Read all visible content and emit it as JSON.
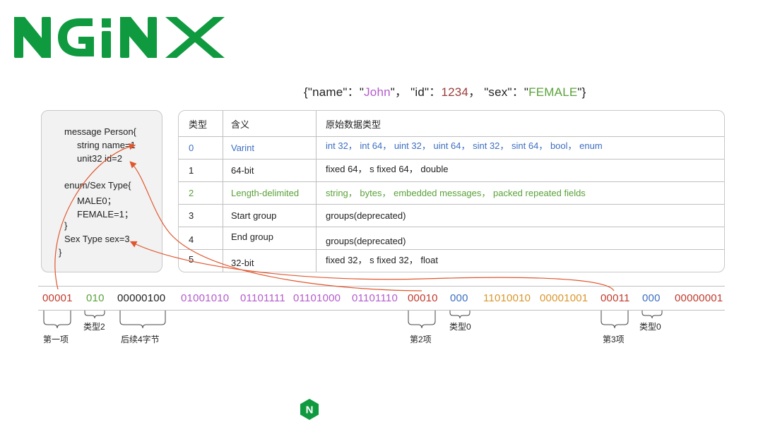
{
  "brand": {
    "logo_text": "NGINX",
    "color": "#109a3f"
  },
  "json_example": {
    "open": "{\"name\"：\"",
    "name_value": "John",
    "mid1": "\"， \"id\"：",
    "id_value": "1234",
    "mid2": "， \"sex\"：\"",
    "sex_value": "FEMALE",
    "close": "\"}",
    "colors": {
      "name": "#b35ccc",
      "id": "#9b3a3a",
      "sex": "#5aa23a"
    }
  },
  "proto_code": {
    "lines": [
      "message Person{",
      "string name=1",
      "unit32 id=2",
      "enum/Sex Type{",
      "MALE0；",
      "FEMALE=1；",
      "}",
      "Sex Type sex=3",
      "}"
    ]
  },
  "wire_table": {
    "headers": [
      "类型",
      "含义",
      "原始数据类型"
    ],
    "rows": [
      {
        "type": "0",
        "meaning": "Varint",
        "raw": "int 32， int 64， uint 32， uint 64， sint 32， sint 64， bool， enum",
        "color": "#3d6fc0"
      },
      {
        "type": "1",
        "meaning": "64-bit",
        "raw": "fixed 64， s fixed 64， double",
        "color": "#222222"
      },
      {
        "type": "2",
        "meaning": "Length-delimited",
        "raw": "string， bytes， embedded messages， packed repeated fields",
        "color": "#5aa23a"
      },
      {
        "type": "3",
        "meaning": "Start group",
        "raw": "groups(deprecated)",
        "color": "#222222"
      },
      {
        "type": "4",
        "meaning": "End group",
        "raw": "groups(deprecated)",
        "color": "#222222"
      },
      {
        "type": "5",
        "meaning": "32-bit",
        "raw": "fixed 32， s fixed 32， float",
        "color": "#222222"
      }
    ]
  },
  "encoding": {
    "segments": [
      {
        "bits": "00001",
        "color": "#c0392b"
      },
      {
        "bits": "010",
        "color": "#5aa23a"
      },
      {
        "bits": "00000100",
        "color": "#222222"
      },
      {
        "bits": "01001010",
        "color": "#b35ccc"
      },
      {
        "bits": "01101111",
        "color": "#b35ccc"
      },
      {
        "bits": "01101000",
        "color": "#b35ccc"
      },
      {
        "bits": "01101110",
        "color": "#b35ccc"
      },
      {
        "bits": "00010",
        "color": "#c0392b"
      },
      {
        "bits": "000",
        "color": "#3d6fc0"
      },
      {
        "bits": "11010010",
        "color": "#d9962b"
      },
      {
        "bits": "00001001",
        "color": "#d9962b"
      },
      {
        "bits": "00011",
        "color": "#c0392b"
      },
      {
        "bits": "000",
        "color": "#3d6fc0"
      },
      {
        "bits": "00000001",
        "color": "#c0392b"
      }
    ],
    "labels": [
      "第一项",
      "类型2",
      "后续4字节",
      "第2项",
      "类型0",
      "第3项",
      "类型0"
    ]
  },
  "colors": {
    "arrow": "#e0572e",
    "bracket": "#444444"
  },
  "footer": {
    "icon": "nginx-hexagon-icon",
    "letter": "N"
  }
}
